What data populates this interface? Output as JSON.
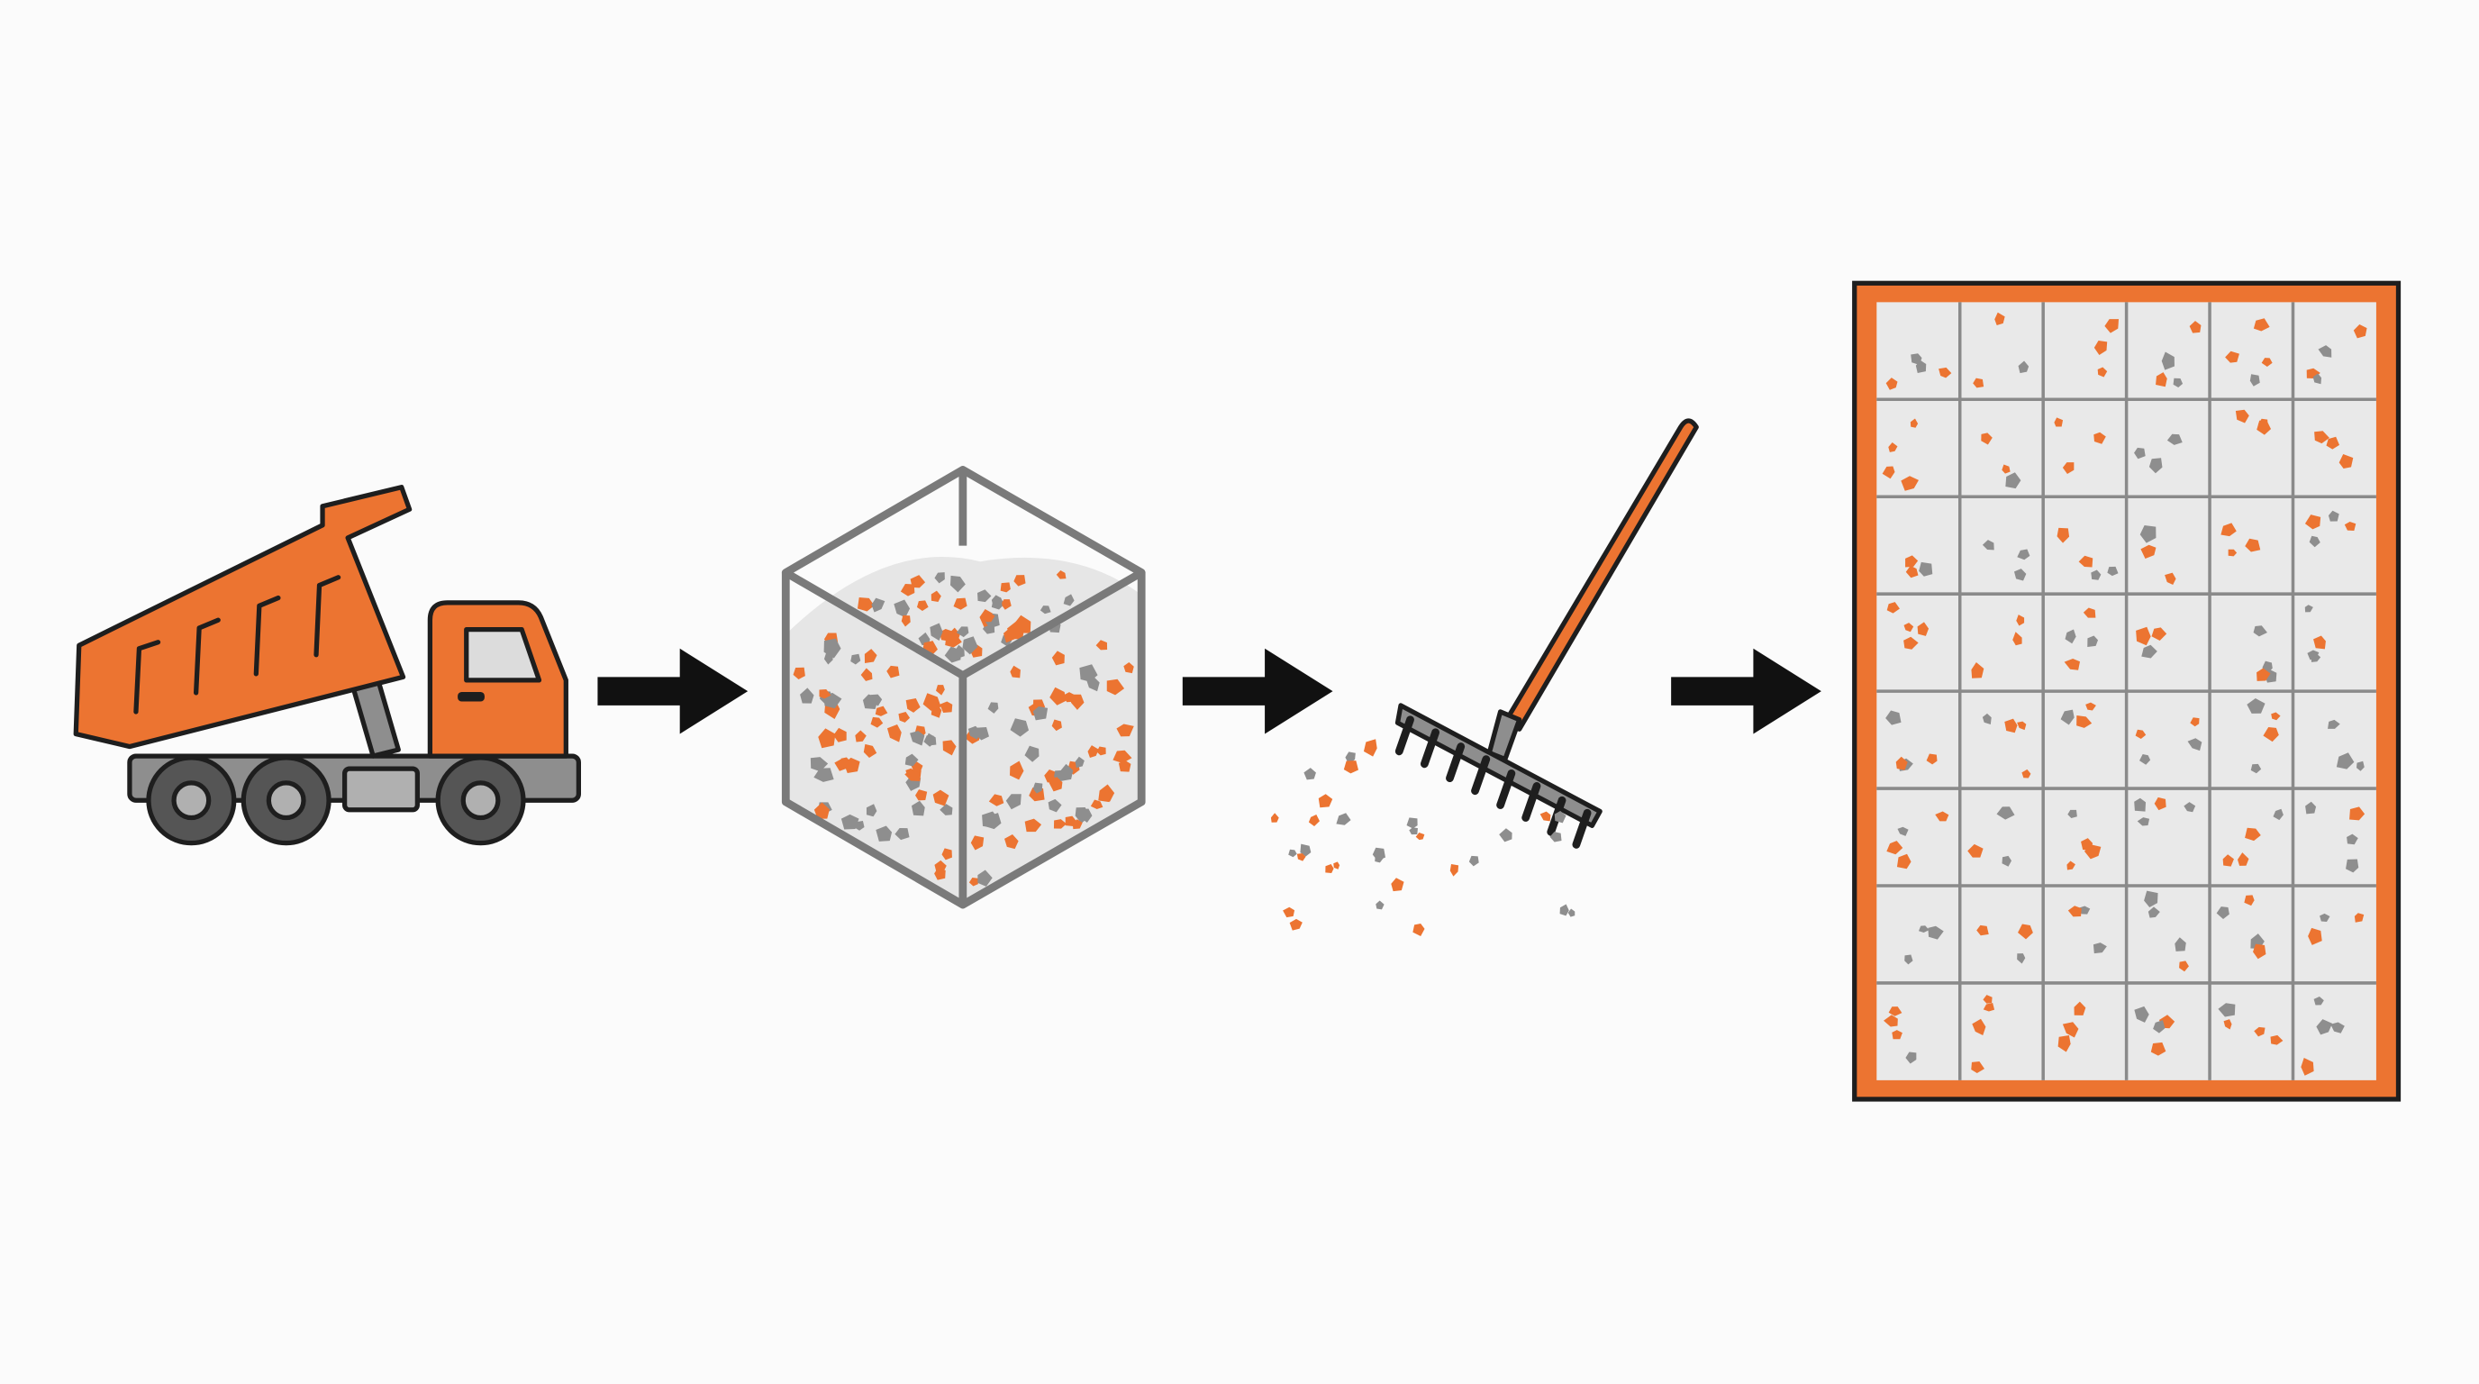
{
  "diagram": {
    "steps": [
      {
        "id": "delivery",
        "icon": "dump-truck-icon"
      },
      {
        "id": "storage",
        "icon": "gravel-bin-icon"
      },
      {
        "id": "spreading",
        "icon": "rake-icon"
      },
      {
        "id": "finished",
        "icon": "tiled-gravel-bed-icon"
      }
    ],
    "connectors": [
      "arrow",
      "arrow",
      "arrow"
    ]
  },
  "colors": {
    "accent": "#ec7431",
    "gray": "#8e8e8e",
    "dark_gray": "#555555",
    "outline": "#1e1e1e",
    "panel": "#e9e9e9",
    "window": "#dcdcdc",
    "background": "#fbfbfb"
  }
}
